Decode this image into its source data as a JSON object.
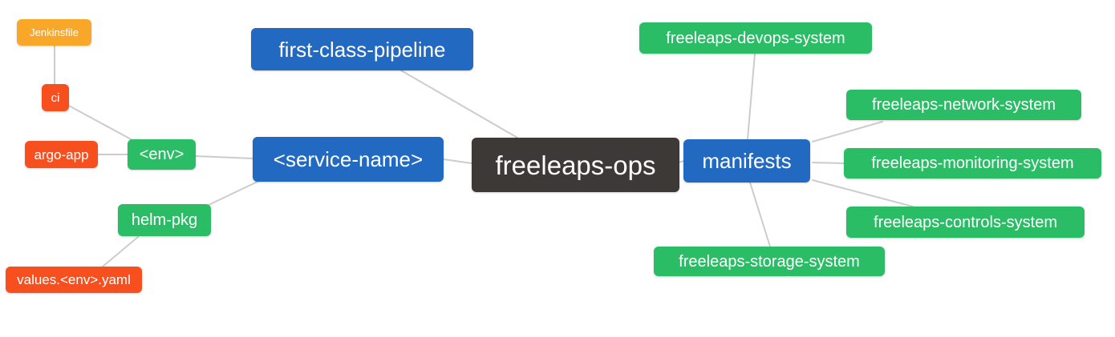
{
  "diagram": {
    "type": "mindmap",
    "title": "freeleaps-ops repository structure mindmap",
    "colors": {
      "root": "#3d3936",
      "level1": "#2269c2",
      "level2": "#2abd66",
      "level3": "#f7501e",
      "level4": "#f9a728",
      "edge": "#cccccc",
      "background": "#ffffff",
      "text": "#ffffff"
    },
    "nodes": [
      {
        "id": "freeleaps-ops",
        "label": "freeleaps-ops",
        "color": "root",
        "parent": null
      },
      {
        "id": "first-class-pipeline",
        "label": "first-class-pipeline",
        "color": "level1",
        "parent": "freeleaps-ops"
      },
      {
        "id": "service-name",
        "label": "<service-name>",
        "color": "level1",
        "parent": "freeleaps-ops"
      },
      {
        "id": "manifests",
        "label": "manifests",
        "color": "level1",
        "parent": "freeleaps-ops"
      },
      {
        "id": "env",
        "label": "<env>",
        "color": "level2",
        "parent": "service-name"
      },
      {
        "id": "helm-pkg",
        "label": "helm-pkg",
        "color": "level2",
        "parent": "service-name"
      },
      {
        "id": "ci",
        "label": "ci",
        "color": "level3",
        "parent": "env"
      },
      {
        "id": "argo-app",
        "label": "argo-app",
        "color": "level3",
        "parent": "env"
      },
      {
        "id": "jenkinsfile",
        "label": "Jenkinsfile",
        "color": "level4",
        "parent": "ci"
      },
      {
        "id": "values-env-yaml",
        "label": "values.<env>.yaml",
        "color": "level3",
        "parent": "helm-pkg"
      },
      {
        "id": "devops-system",
        "label": "freeleaps-devops-system",
        "color": "level2",
        "parent": "manifests"
      },
      {
        "id": "network-system",
        "label": "freeleaps-network-system",
        "color": "level2",
        "parent": "manifests"
      },
      {
        "id": "monitoring-system",
        "label": "freeleaps-monitoring-system",
        "color": "level2",
        "parent": "manifests"
      },
      {
        "id": "controls-system",
        "label": "freeleaps-controls-system",
        "color": "level2",
        "parent": "manifests"
      },
      {
        "id": "storage-system",
        "label": "freeleaps-storage-system",
        "color": "level2",
        "parent": "manifests"
      }
    ],
    "edges": [
      [
        "jenkinsfile",
        "ci"
      ],
      [
        "ci",
        "env"
      ],
      [
        "argo-app",
        "env"
      ],
      [
        "env",
        "service-name"
      ],
      [
        "helm-pkg",
        "service-name"
      ],
      [
        "values-env-yaml",
        "helm-pkg"
      ],
      [
        "first-class-pipeline",
        "freeleaps-ops"
      ],
      [
        "service-name",
        "freeleaps-ops"
      ],
      [
        "freeleaps-ops",
        "manifests"
      ],
      [
        "devops-system",
        "manifests"
      ],
      [
        "network-system",
        "manifests"
      ],
      [
        "monitoring-system",
        "manifests"
      ],
      [
        "controls-system",
        "manifests"
      ],
      [
        "storage-system",
        "manifests"
      ]
    ]
  }
}
